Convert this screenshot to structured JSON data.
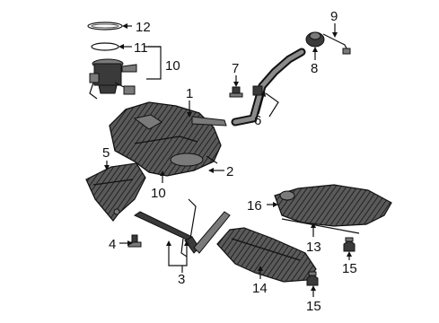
{
  "callouts": [
    {
      "id": "1",
      "label": "1"
    },
    {
      "id": "2",
      "label": "2"
    },
    {
      "id": "3",
      "label": "3"
    },
    {
      "id": "4",
      "label": "4"
    },
    {
      "id": "5",
      "label": "5"
    },
    {
      "id": "6",
      "label": "6"
    },
    {
      "id": "7",
      "label": "7"
    },
    {
      "id": "8",
      "label": "8"
    },
    {
      "id": "9",
      "label": "9"
    },
    {
      "id": "10a",
      "label": "10"
    },
    {
      "id": "10b",
      "label": "10"
    },
    {
      "id": "11",
      "label": "11"
    },
    {
      "id": "12",
      "label": "12"
    },
    {
      "id": "13",
      "label": "13"
    },
    {
      "id": "14",
      "label": "14"
    },
    {
      "id": "15a",
      "label": "15"
    },
    {
      "id": "15b",
      "label": "15"
    },
    {
      "id": "16",
      "label": "16"
    }
  ]
}
